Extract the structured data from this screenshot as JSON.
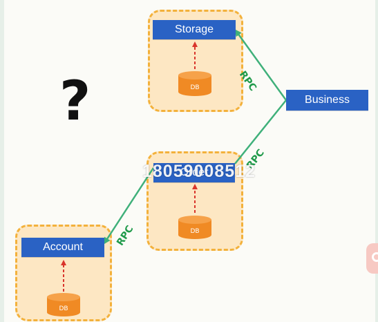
{
  "nodes": {
    "storage": "Storage",
    "business": "Business",
    "order": "Order",
    "account": "Account"
  },
  "db_label": "DB",
  "edge_label": "RPC",
  "question_mark": "?",
  "overlay_text": "18059008512",
  "colors": {
    "node_fill": "#2a62c4",
    "group_fill": "#fde7c3",
    "group_border": "#f3b13b",
    "db_fill": "#f08a24",
    "edge": "#3fb07a",
    "rpc_text": "#1f9a4a",
    "db_link": "#d9342b"
  }
}
